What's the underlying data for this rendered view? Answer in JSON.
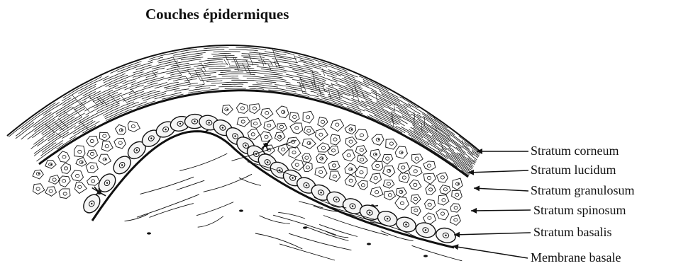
{
  "title": "Couches épidermiques",
  "labels": [
    "Stratum corneum",
    "Stratum lucidum",
    "Stratum granulosum",
    "Stratum spinosum",
    "Stratum basalis",
    "Membrane basale"
  ],
  "colors": {
    "ink": "#111111",
    "paper": "#ffffff",
    "cell_fill": "#f4f4f4"
  }
}
